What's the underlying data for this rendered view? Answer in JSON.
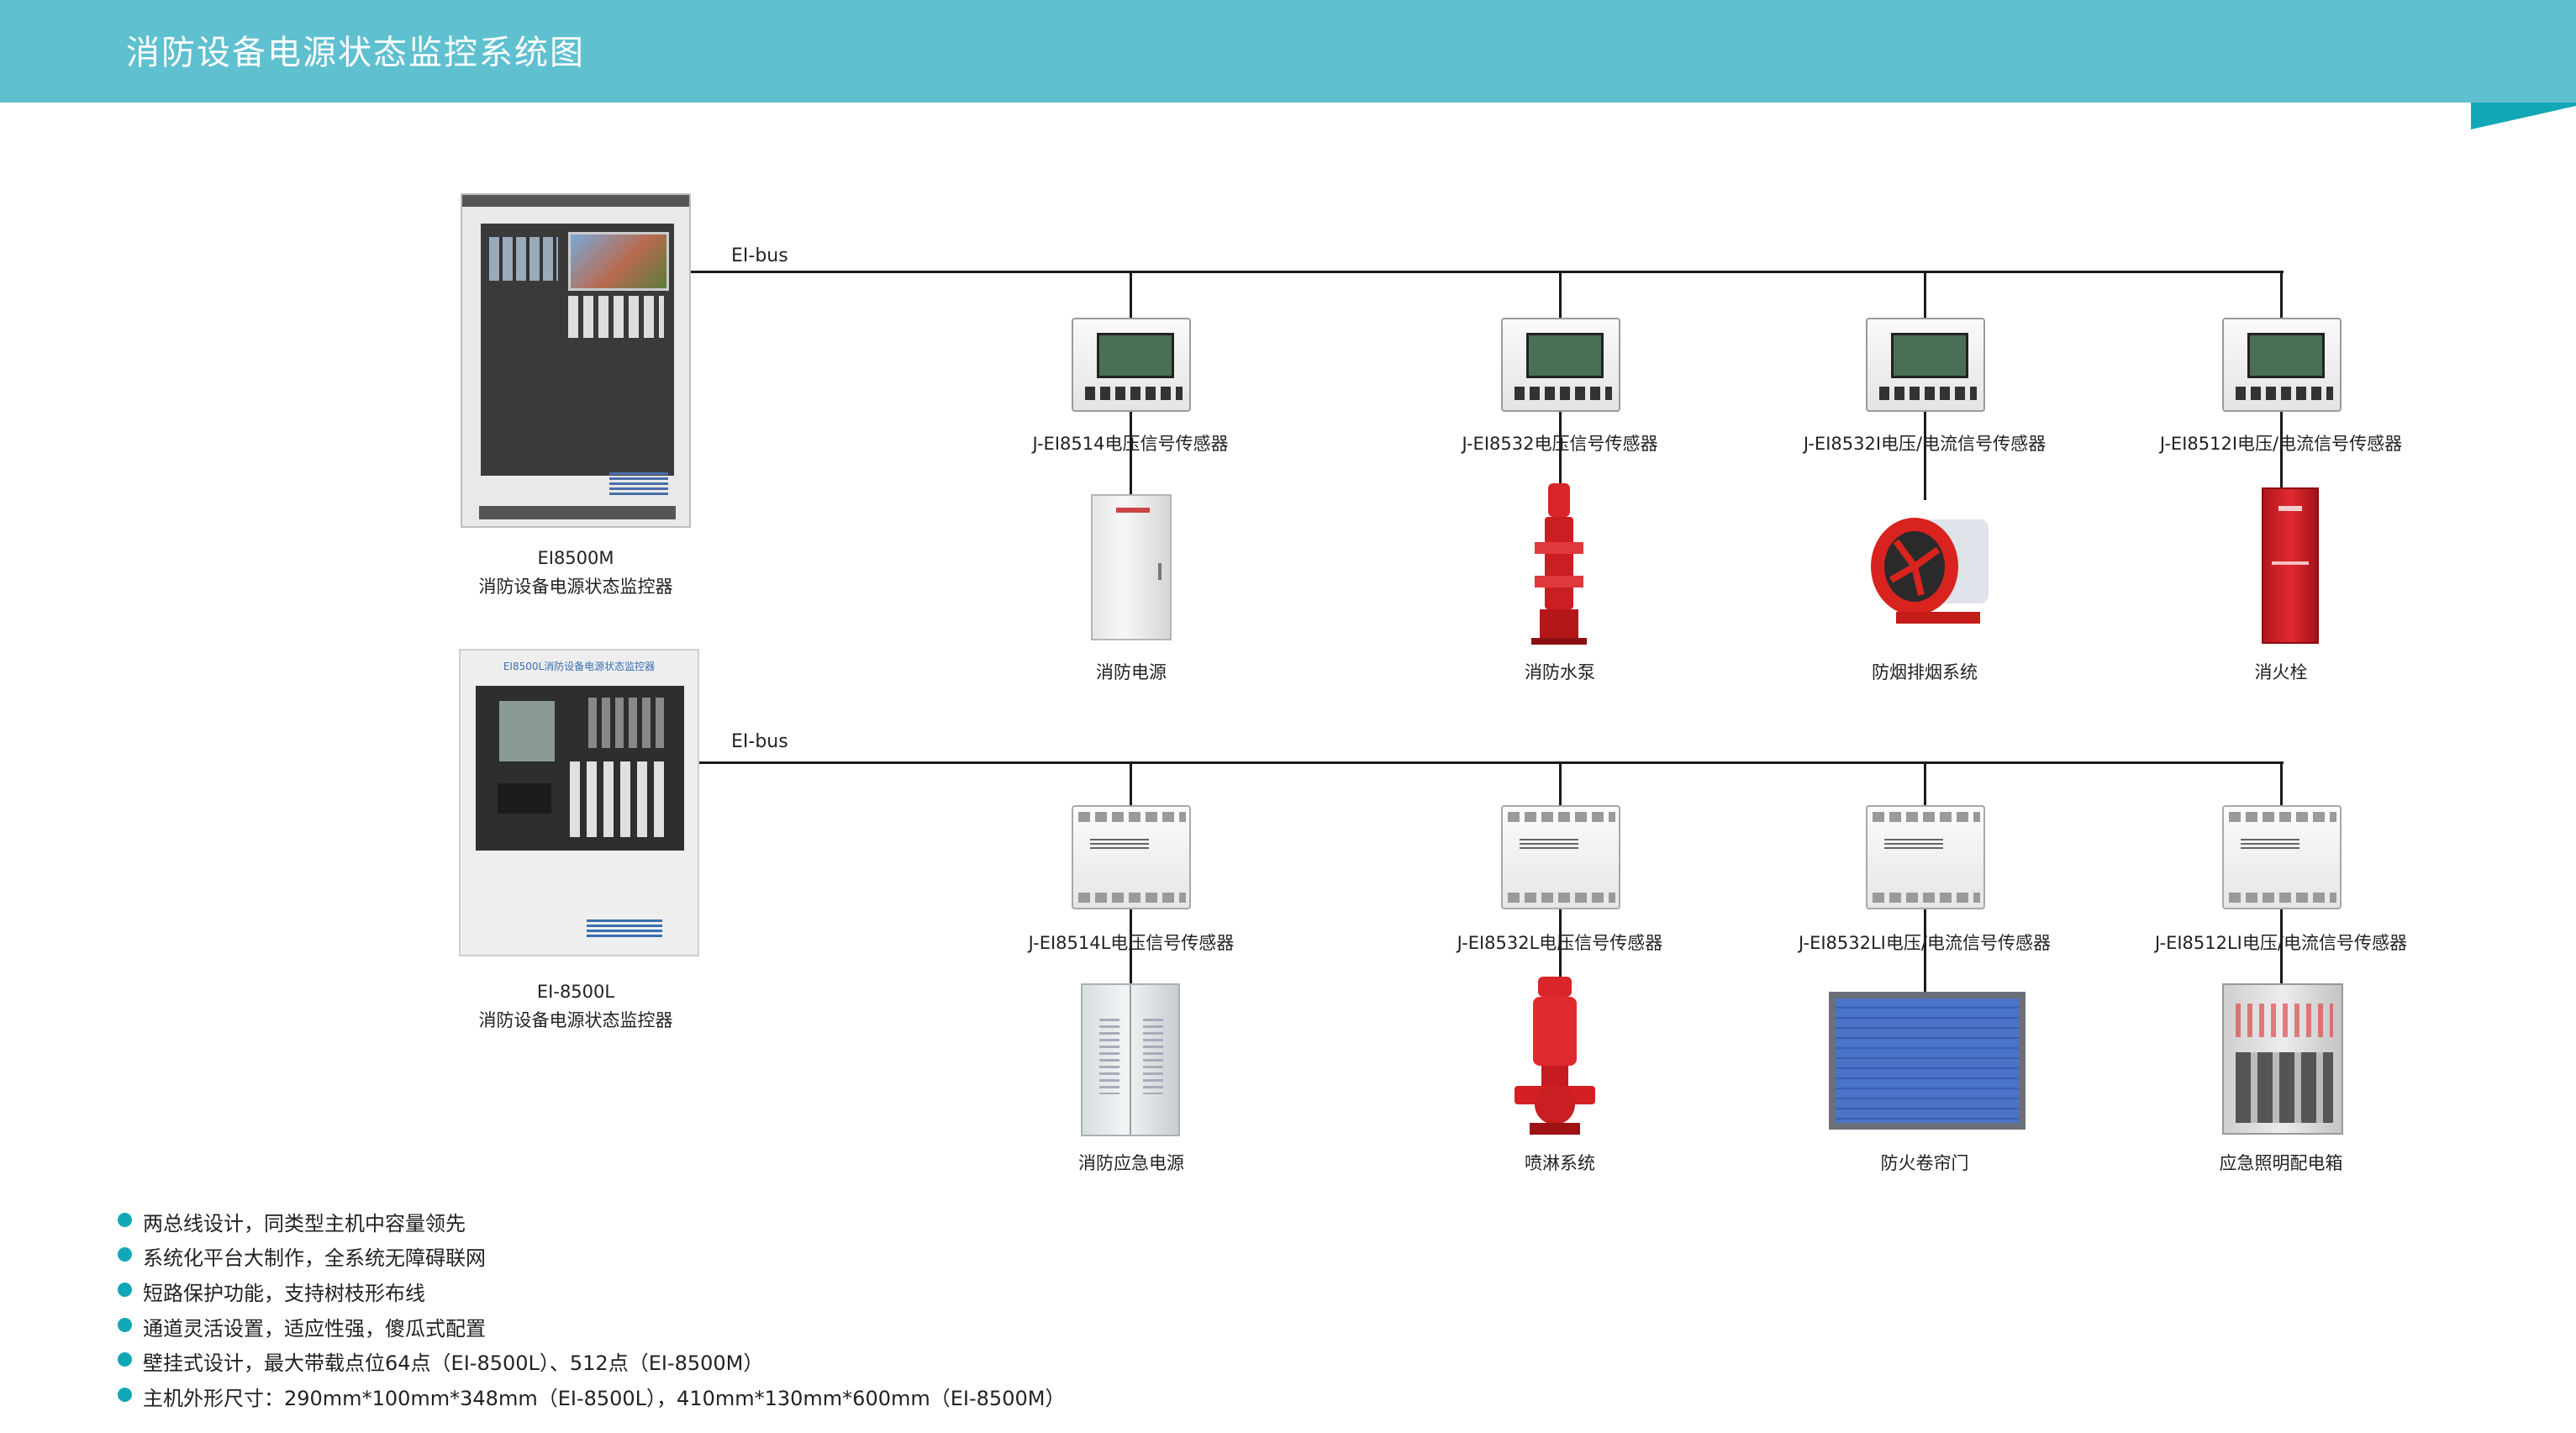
{
  "header": {
    "title": "消防设备电源状态监控系统图"
  },
  "colors": {
    "header_bg": "#5fc0d0",
    "accent": "#12a7b7",
    "bus_line": "#1a1a1a"
  },
  "controllers": [
    {
      "model": "EI8500M",
      "name": "消防设备电源状态监控器"
    },
    {
      "model": "EI-8500L",
      "name": "消防设备电源状态监控器",
      "panel_header": "EI8500L消防设备电源状态监控器"
    }
  ],
  "buses": [
    {
      "label": "EI-bus"
    },
    {
      "label": "EI-bus"
    }
  ],
  "bus1_sensors": [
    "J-EI8514电压信号传感器",
    "J-EI8532电压信号传感器",
    "J-EI8532I电压/电流信号传感器",
    "J-EI8512I电压/电流信号传感器"
  ],
  "bus1_devices": [
    "消防电源",
    "消防水泵",
    "防烟排烟系统",
    "消火栓"
  ],
  "bus2_sensors": [
    "J-EI8514L电压信号传感器",
    "J-EI8532L电压信号传感器",
    "J-EI8532LI电压/电流信号传感器",
    "J-EI8512LI电压/电流信号传感器"
  ],
  "bus2_devices": [
    "消防应急电源",
    "喷淋系统",
    "防火卷帘门",
    "应急照明配电箱"
  ],
  "features": [
    "两总线设计，同类型主机中容量领先",
    "系统化平台大制作，全系统无障碍联网",
    "短路保护功能，支持树枝形布线",
    "通道灵活设置，适应性强，傻瓜式配置",
    "壁挂式设计，最大带载点位64点（EI-8500L）、512点（EI-8500M）",
    "主机外形尺寸：290mm*100mm*348mm（EI-8500L），410mm*130mm*600mm（EI-8500M）"
  ]
}
